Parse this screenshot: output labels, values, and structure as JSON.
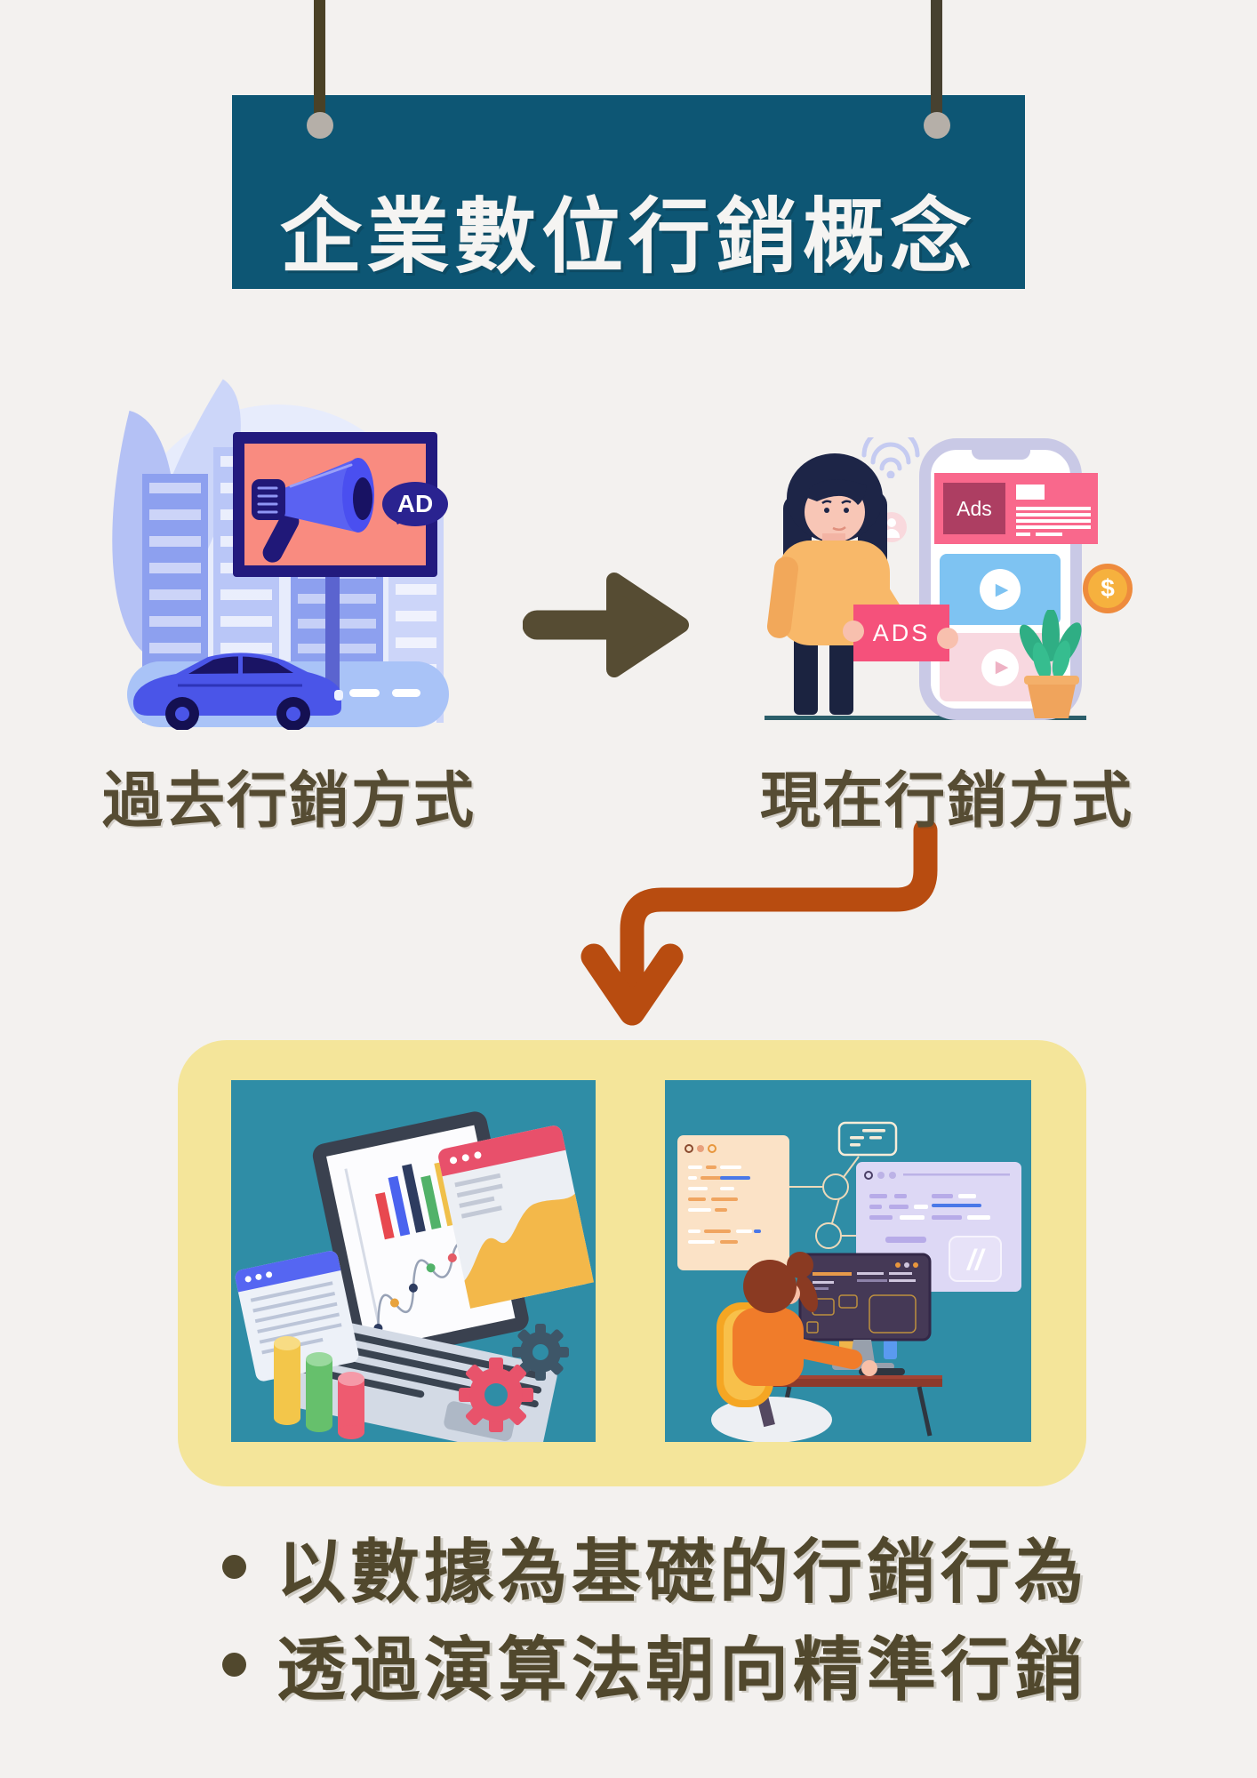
{
  "page": {
    "background_color": "#f3f1ef"
  },
  "signboard": {
    "title": "企業數位行銷概念",
    "board_color": "#0d5674",
    "title_color": "#f5f4f2",
    "post_color": "#4a4126",
    "pin_color": "#b5afa8"
  },
  "flow": {
    "past": {
      "label": "過去行銷方式",
      "billboard_bubble_text": "AD"
    },
    "now": {
      "label": "現在行銷方式",
      "phone_card_text": "Ads",
      "handheld_sign_text": "ADS",
      "coin_symbol": "$",
      "play_symbol": "▶"
    },
    "label_color": "#564c33",
    "arrow_color": "#564c33",
    "curve_arrow_color": "#b84c10"
  },
  "result": {
    "box_color": "#f4e59a",
    "panel_color": "#2f8da6",
    "code_badge_text": "//",
    "bullets": [
      "以數據為基礎的行銷行為",
      "透過演算法朝向精準行銷"
    ],
    "bullet_text_color": "#51482d"
  }
}
